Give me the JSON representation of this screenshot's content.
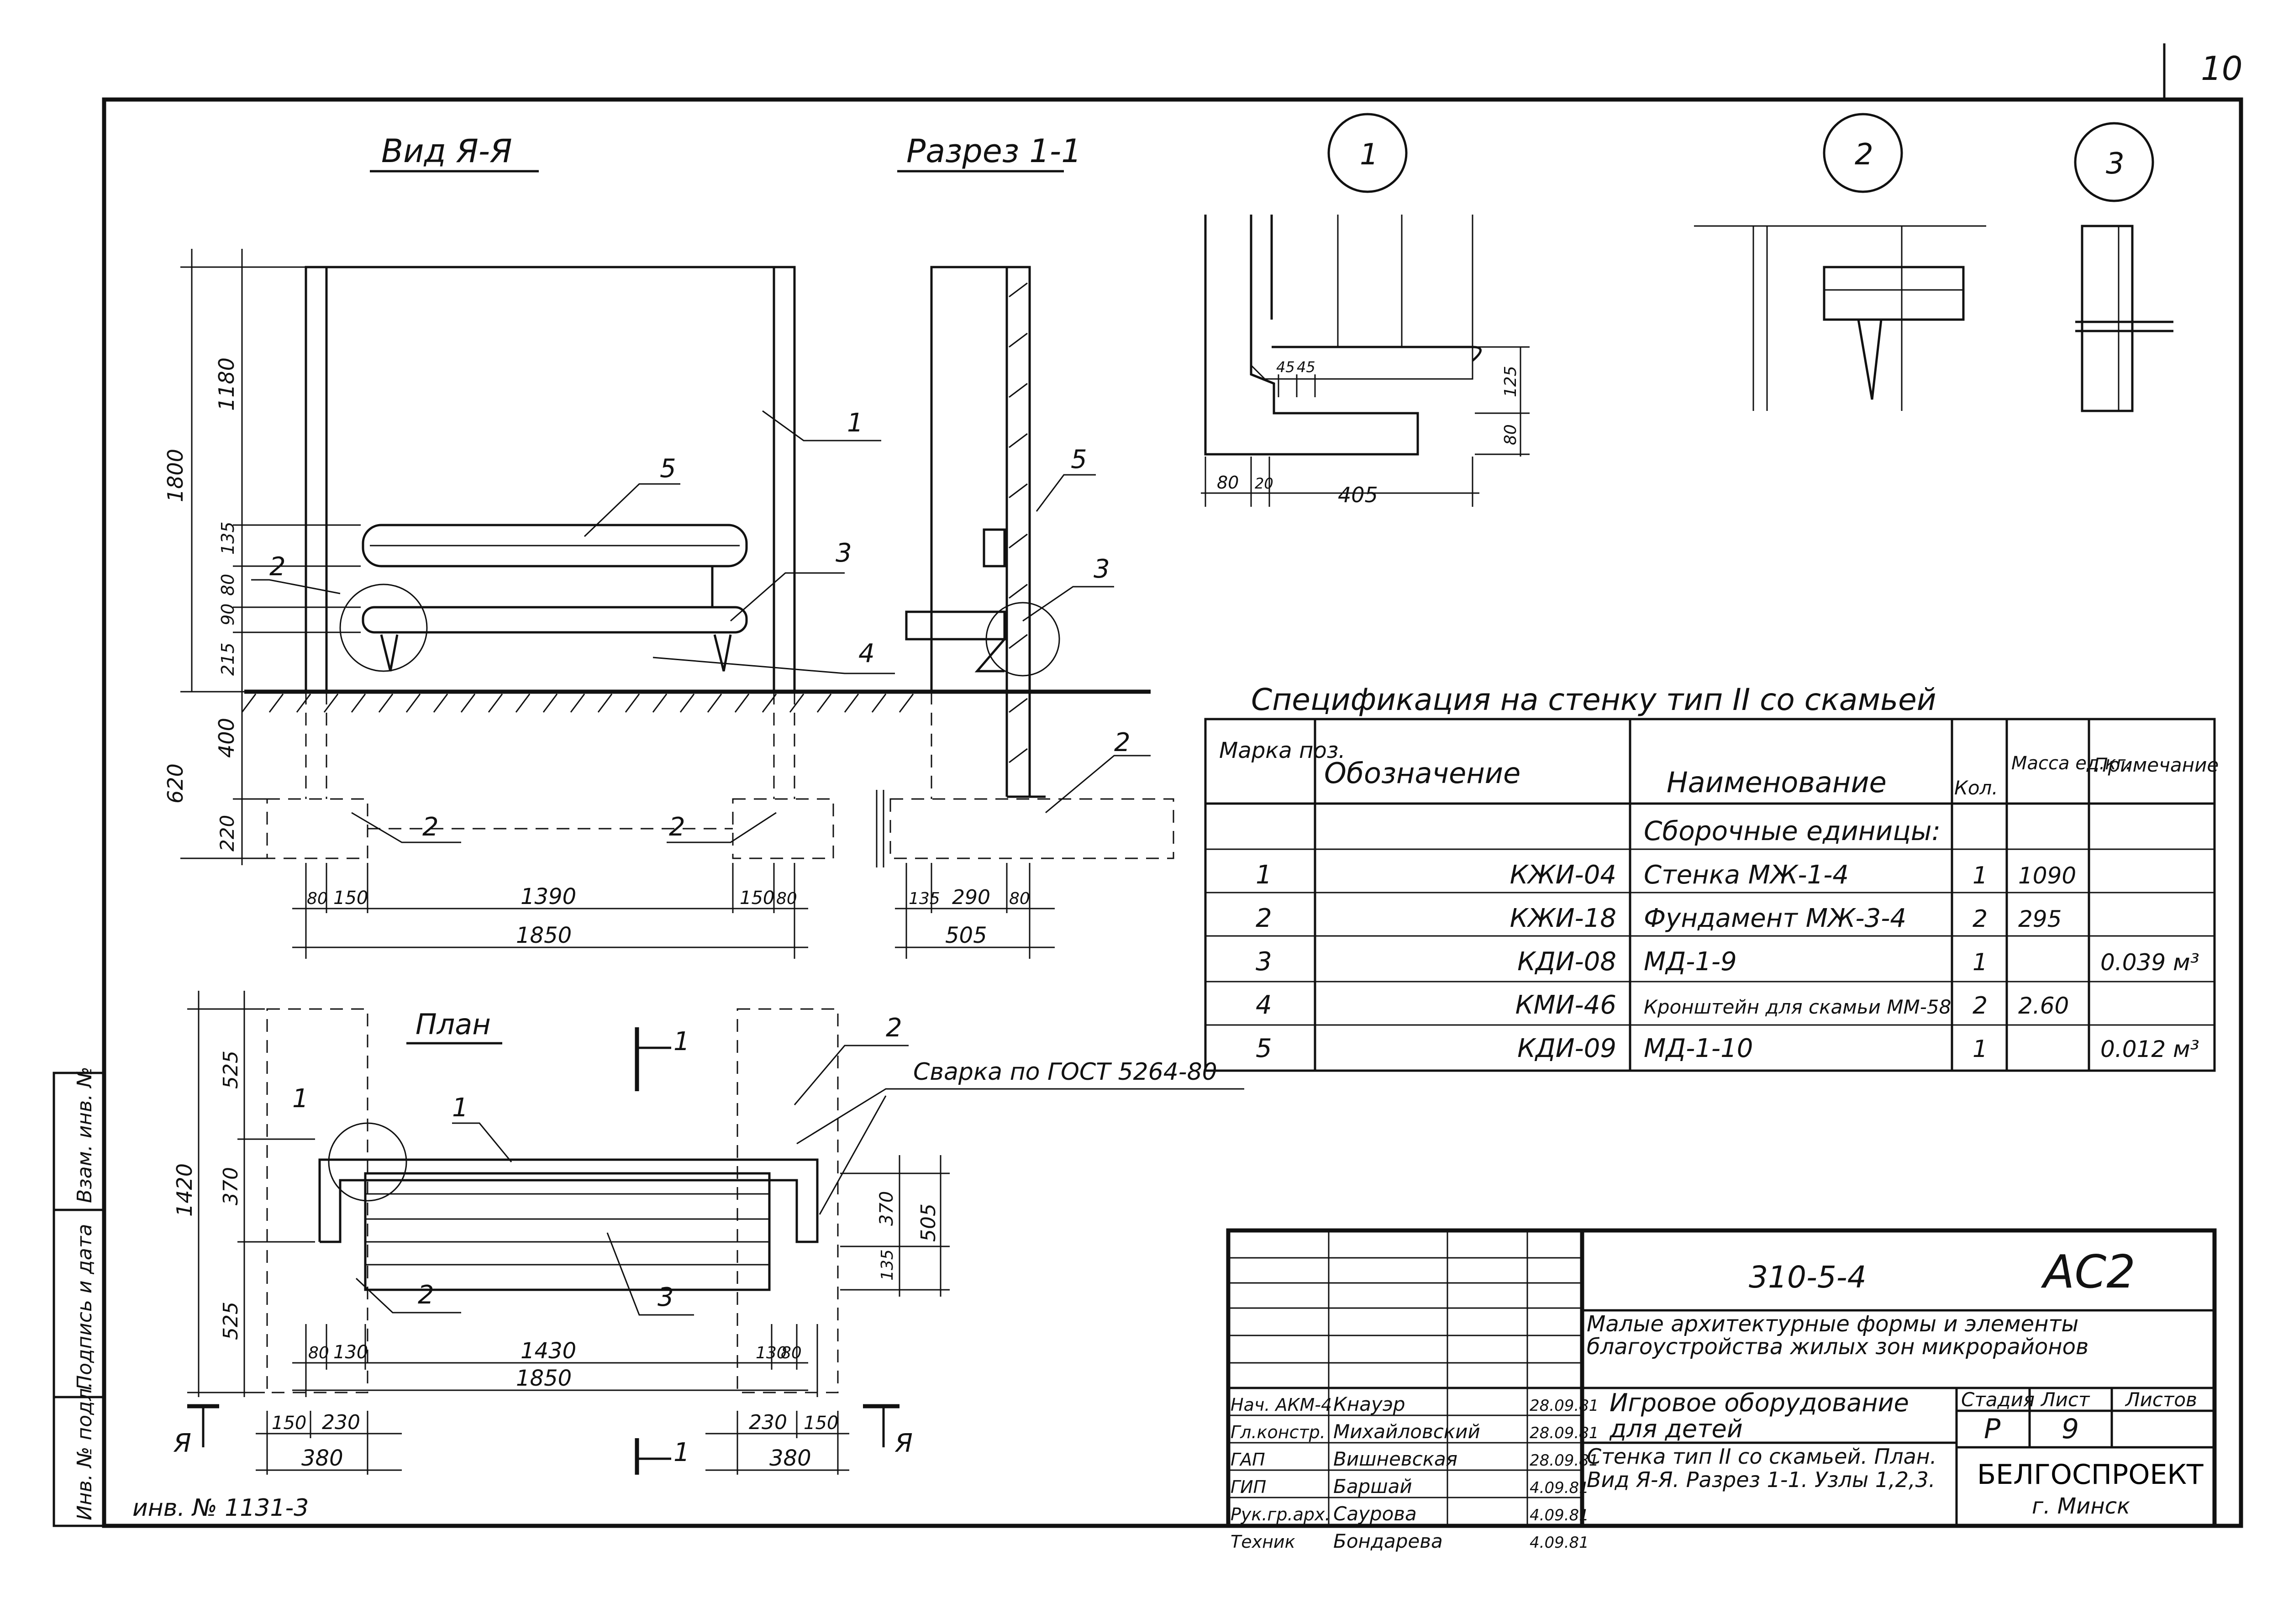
{
  "sheet": {
    "page_number": "10",
    "inventory": "инв. № 1131-3"
  },
  "views": {
    "view_a": "Вид Я-Я",
    "section_1": "Разрез 1-1",
    "plan": "План",
    "weld_note": "Сварка по ГОСТ 5264-80",
    "node_1": "1",
    "node_2": "2",
    "node_3": "3"
  },
  "dims": {
    "view_a_vertical": [
      "1800",
      "1180",
      "135",
      "80",
      "90",
      "215",
      "400",
      "620",
      "220"
    ],
    "view_a_horizontal": [
      "80",
      "150",
      "1390",
      "150",
      "80",
      "1850"
    ],
    "section_horizontal": [
      "135",
      "290",
      "80",
      "505"
    ],
    "node1": [
      "45",
      "45",
      "125",
      "80",
      "80",
      "20",
      "405"
    ],
    "plan_vertical": [
      "1420",
      "525",
      "370",
      "525"
    ],
    "plan_right": [
      "370",
      "505",
      "135"
    ],
    "plan_horizontal": [
      "80",
      "130",
      "1430",
      "130",
      "80",
      "1850"
    ],
    "plan_feet": [
      "150",
      "230",
      "380",
      "230",
      "150",
      "380"
    ]
  },
  "leaders": {
    "p1": "1",
    "p2": "2",
    "p3": "3",
    "p4": "4",
    "p5": "5"
  },
  "section_marks": {
    "a": "Я",
    "s": "1"
  },
  "spec": {
    "title": "Спецификация на стенку тип II со скамьей",
    "headers": [
      "Марка поз.",
      "Обозначение",
      "Наименование",
      "Кол.",
      "Масса ед.кг.",
      "Примечание"
    ],
    "group": "Сборочные единицы:",
    "rows": [
      {
        "pos": "1",
        "code": "КЖИ-04",
        "name": "Стенка МЖ-1-4",
        "qty": "1",
        "mass": "1090",
        "note": ""
      },
      {
        "pos": "2",
        "code": "КЖИ-18",
        "name": "Фундамент МЖ-3-4",
        "qty": "2",
        "mass": "295",
        "note": ""
      },
      {
        "pos": "3",
        "code": "КДИ-08",
        "name": "МД-1-9",
        "qty": "1",
        "mass": "",
        "note": "0.039 м³"
      },
      {
        "pos": "4",
        "code": "КМИ-46",
        "name": "Кронштейн для скамьи ММ-58",
        "qty": "2",
        "mass": "2.60",
        "note": ""
      },
      {
        "pos": "5",
        "code": "КДИ-09",
        "name": "МД-1-10",
        "qty": "1",
        "mass": "",
        "note": "0.012 м³"
      }
    ]
  },
  "stamp": {
    "doc_code": "310-5-4",
    "sheet_code": "АС2",
    "project": "Малые архитектурные формы и элементы благоустройства жилых зон микрорайонов",
    "object": "Игровое оборудование для детей",
    "drawing": "Стенка тип II со скамьей. План. Вид Я-Я. Разрез 1-1. Узлы 1,2,3.",
    "stage_label": "Стадия",
    "sheet_label": "Лист",
    "sheets_label": "Листов",
    "stage": "Р",
    "sheet": "9",
    "sheets": "",
    "org": "БЕЛГОСПРОЕКТ",
    "city": "г. Минск",
    "people": [
      {
        "role": "Нач. АКМ-4",
        "name": "Кнауэр",
        "date": "28.09.81"
      },
      {
        "role": "Гл.констр.",
        "name": "Михайловский",
        "date": "28.09.81"
      },
      {
        "role": "ГАП",
        "name": "Вишневская",
        "date": "28.09.81"
      },
      {
        "role": "ГИП",
        "name": "Баршай",
        "date": "4.09.81"
      },
      {
        "role": "Рук.гр.арх.",
        "name": "Саурова",
        "date": "4.09.81"
      },
      {
        "role": "Техник",
        "name": "Бондарева",
        "date": "4.09.81"
      }
    ]
  },
  "side_stamp": [
    "Инв. № подл.",
    "Подпись и дата",
    "Взам. инв. №"
  ]
}
